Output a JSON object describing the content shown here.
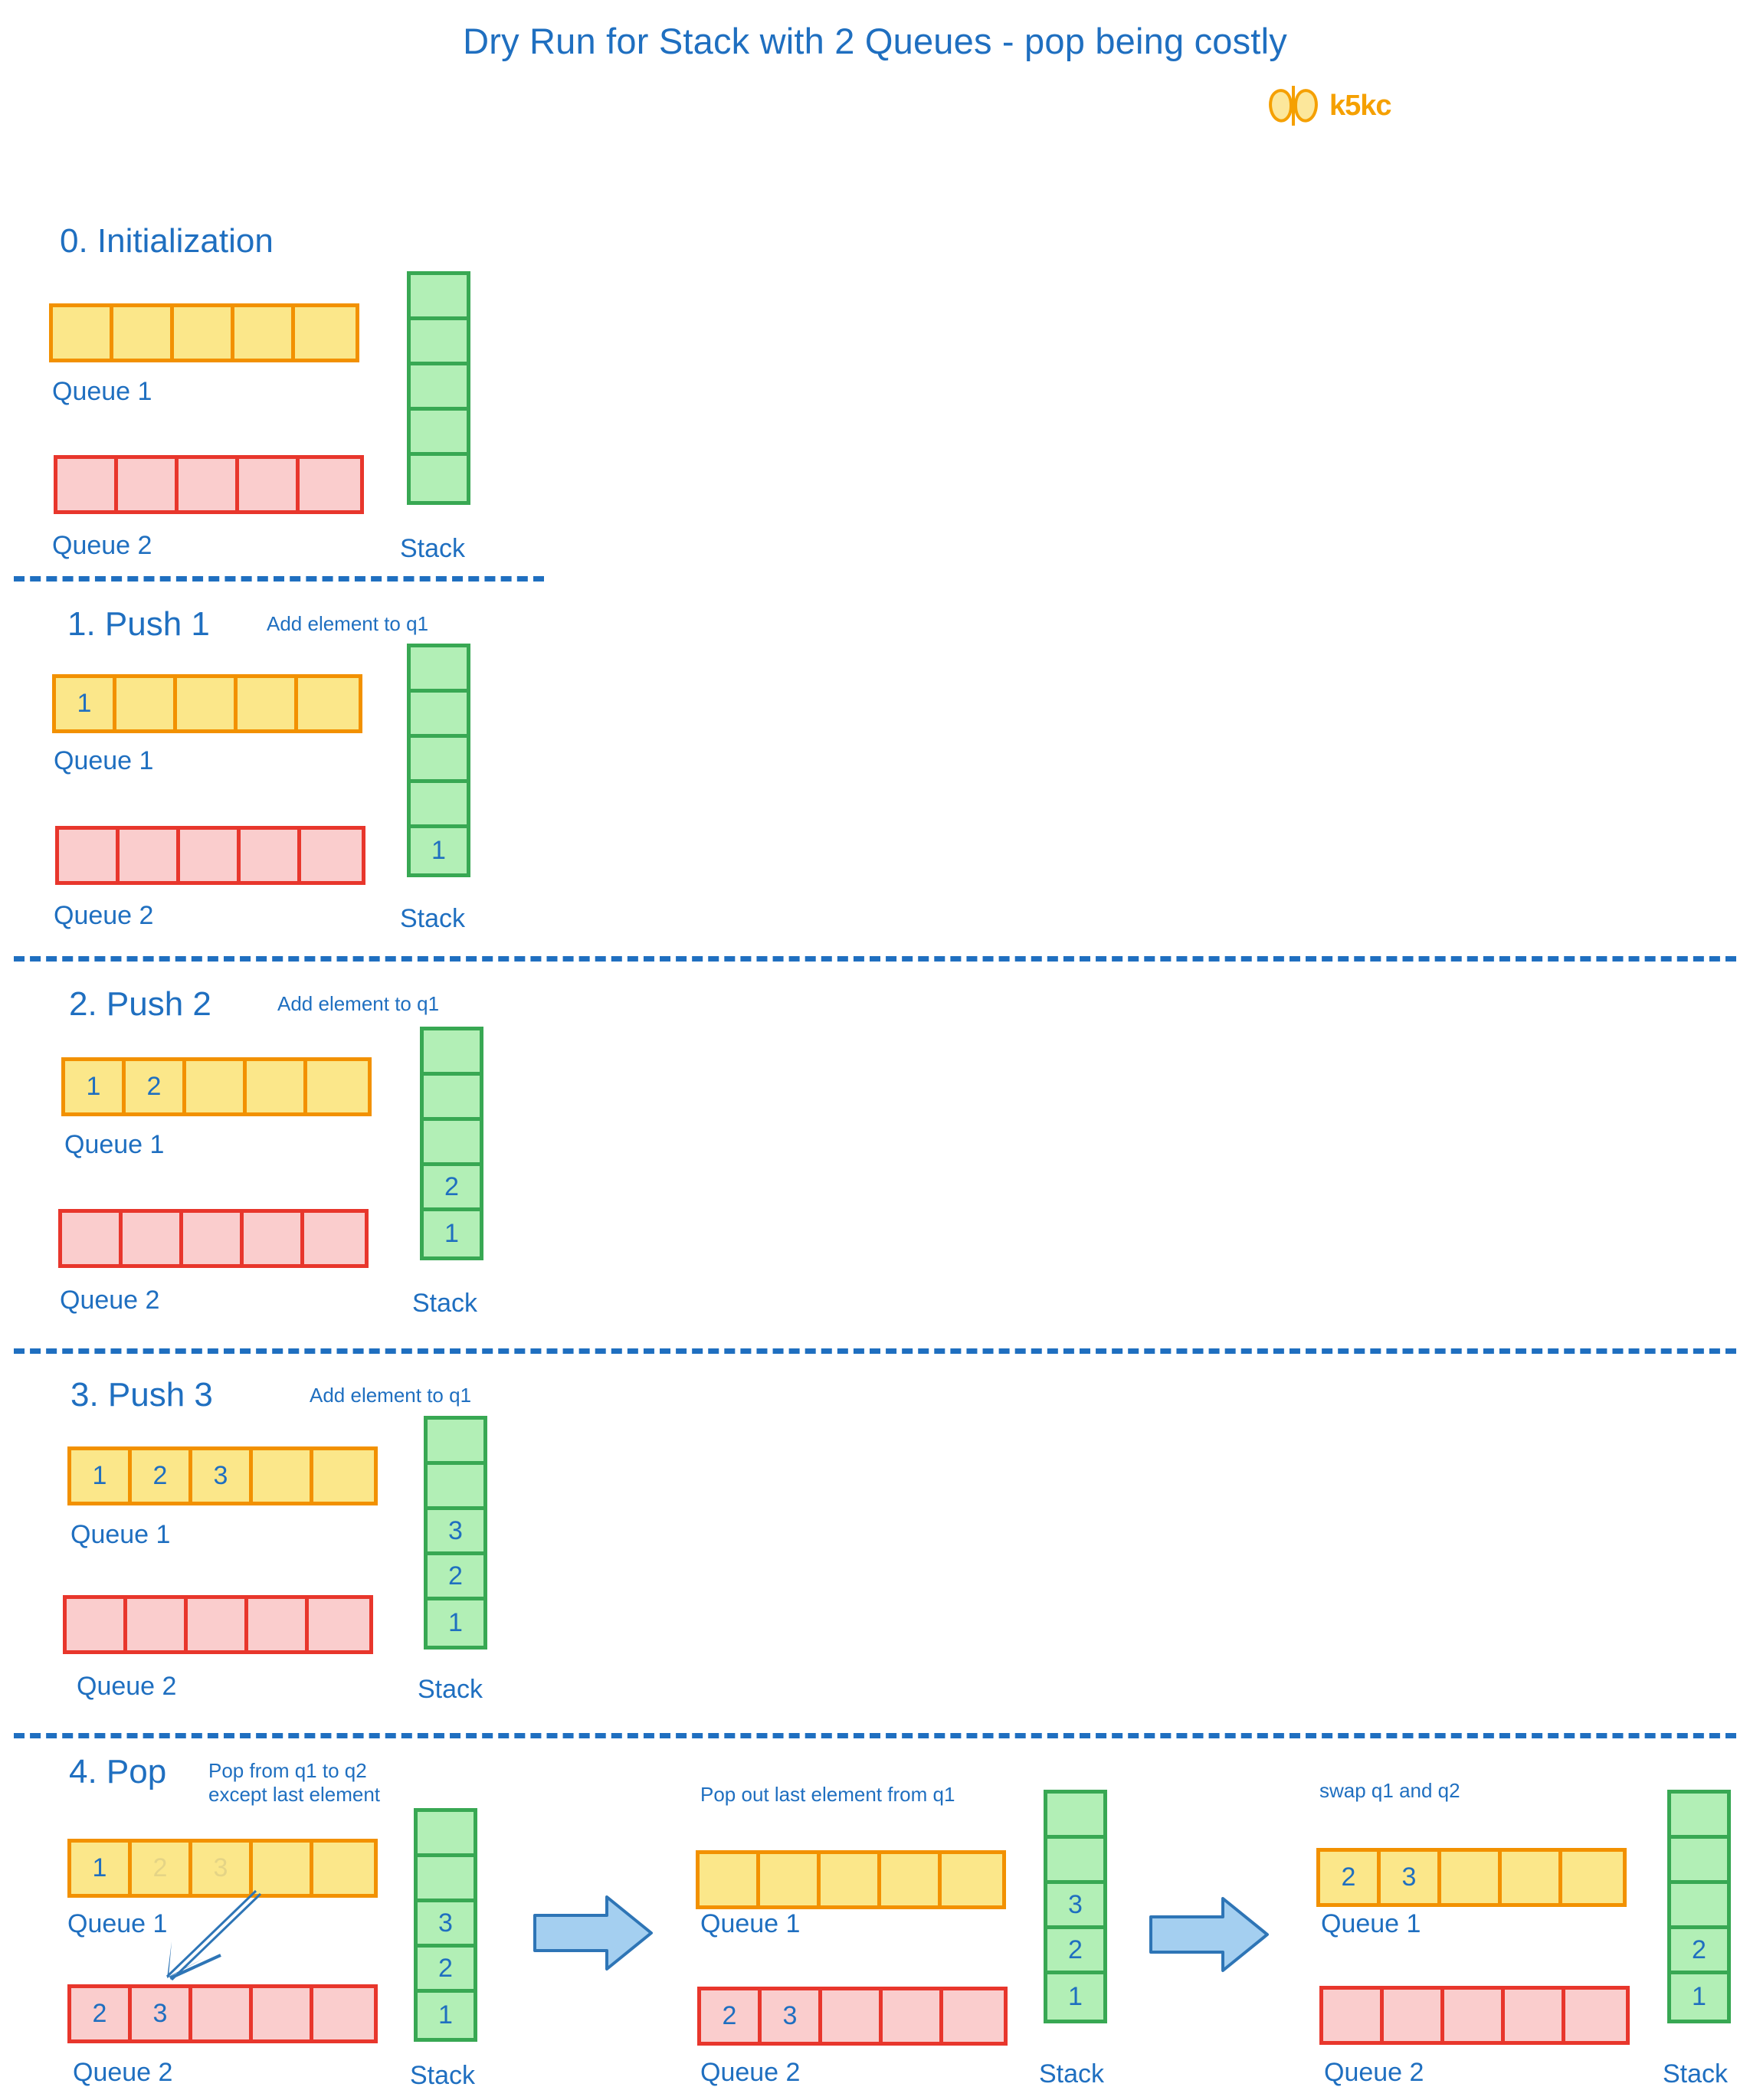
{
  "header": {
    "title": "Dry Run for Stack with 2 Queues - pop being costly",
    "logo_text": "k5kc",
    "logo_icon": "butterfly-logo-icon",
    "title_color": "#1f6fc0",
    "logo_color": "#F5A000"
  },
  "labels": {
    "queue1": "Queue 1",
    "queue2": "Queue 2",
    "stack": "Stack"
  },
  "colors": {
    "queue1_fill": "#FBE78A",
    "queue1_border": "#F29100",
    "queue2_fill": "#FACDCD",
    "queue2_border": "#E8362C",
    "stack_fill": "#B2EFB6",
    "stack_border": "#38A853",
    "text": "#1f6fc0",
    "arrow_fill": "#A4CFF0",
    "arrow_stroke": "#2E75B6"
  },
  "sections": [
    {
      "id": "init",
      "title": "0. Initialization",
      "note": "",
      "queue1": [
        "",
        "",
        "",
        "",
        ""
      ],
      "queue1_ghost": [],
      "queue2": [
        "",
        "",
        "",
        "",
        ""
      ],
      "stack": [
        "",
        "",
        "",
        "",
        ""
      ]
    },
    {
      "id": "push1",
      "title": "1. Push 1",
      "note": "Add element to q1",
      "queue1": [
        "1",
        "",
        "",
        "",
        ""
      ],
      "queue1_ghost": [],
      "queue2": [
        "",
        "",
        "",
        "",
        ""
      ],
      "stack": [
        "",
        "",
        "",
        "",
        "1"
      ]
    },
    {
      "id": "push2",
      "title": "2. Push 2",
      "note": "Add element to q1",
      "queue1": [
        "1",
        "2",
        "",
        "",
        ""
      ],
      "queue1_ghost": [],
      "queue2": [
        "",
        "",
        "",
        "",
        ""
      ],
      "stack": [
        "",
        "",
        "",
        "2",
        "1"
      ]
    },
    {
      "id": "push3",
      "title": "3. Push 3",
      "note": "Add element to q1",
      "queue1": [
        "1",
        "2",
        "3",
        "",
        ""
      ],
      "queue1_ghost": [],
      "queue2": [
        "",
        "",
        "",
        "",
        ""
      ],
      "stack": [
        "",
        "",
        "3",
        "2",
        "1"
      ]
    }
  ],
  "pop": {
    "title": "4. Pop",
    "panels": [
      {
        "id": "pop-step-1",
        "note": "Pop from q1 to q2\nexcept last element",
        "queue1": [
          "1",
          "2",
          "3",
          "",
          ""
        ],
        "queue1_ghost": [
          1,
          2
        ],
        "queue2": [
          "2",
          "3",
          "",
          "",
          ""
        ],
        "stack": [
          "",
          "",
          "3",
          "2",
          "1"
        ]
      },
      {
        "id": "pop-step-2",
        "note": "Pop out last element from q1",
        "queue1": [
          "",
          "",
          "",
          "",
          ""
        ],
        "queue1_ghost": [],
        "queue2": [
          "2",
          "3",
          "",
          "",
          ""
        ],
        "stack": [
          "",
          "",
          "3",
          "2",
          "1"
        ]
      },
      {
        "id": "pop-step-3",
        "note": "swap q1 and q2",
        "queue1": [
          "2",
          "3",
          "",
          "",
          ""
        ],
        "queue1_ghost": [],
        "queue2": [
          "",
          "",
          "",
          "",
          ""
        ],
        "stack": [
          "",
          "",
          "",
          "2",
          "1"
        ]
      }
    ]
  }
}
